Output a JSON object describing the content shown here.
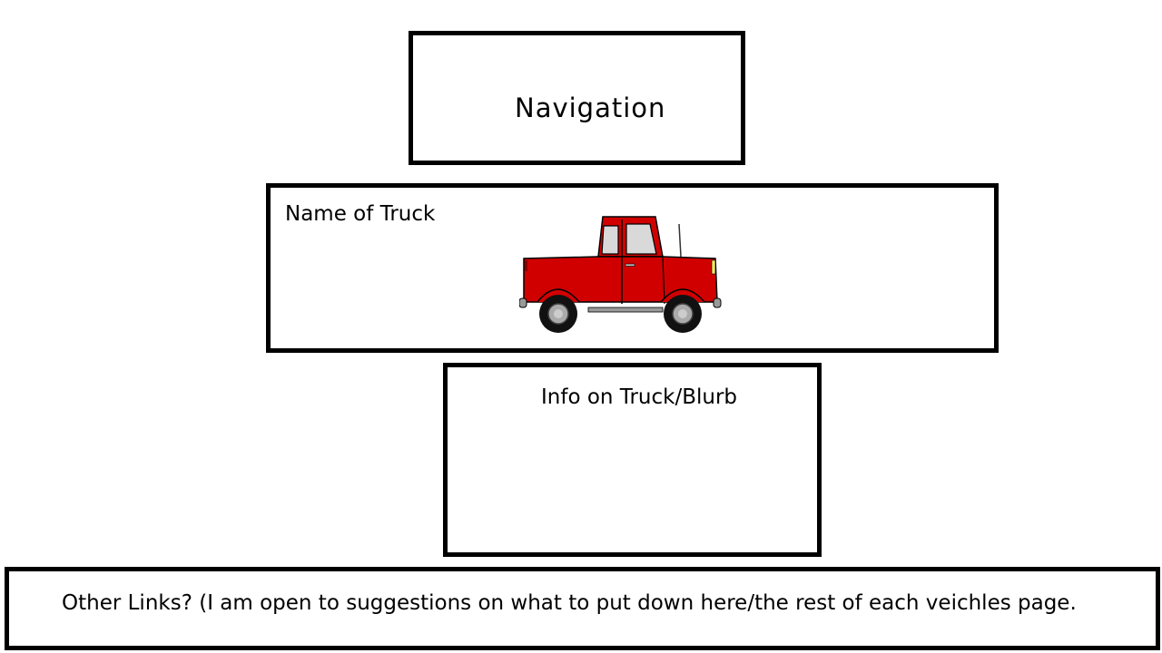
{
  "navigation": {
    "label": "Navigation"
  },
  "truck_section": {
    "name_label": "Name of Truck",
    "picture_icon": "red-pickup-truck-icon",
    "body_color": "#d10000"
  },
  "info_section": {
    "label": "Info on Truck/Blurb"
  },
  "links_section": {
    "label": "Other Links? (I am open to suggestions on what to put down here/the rest of each veichles page."
  }
}
